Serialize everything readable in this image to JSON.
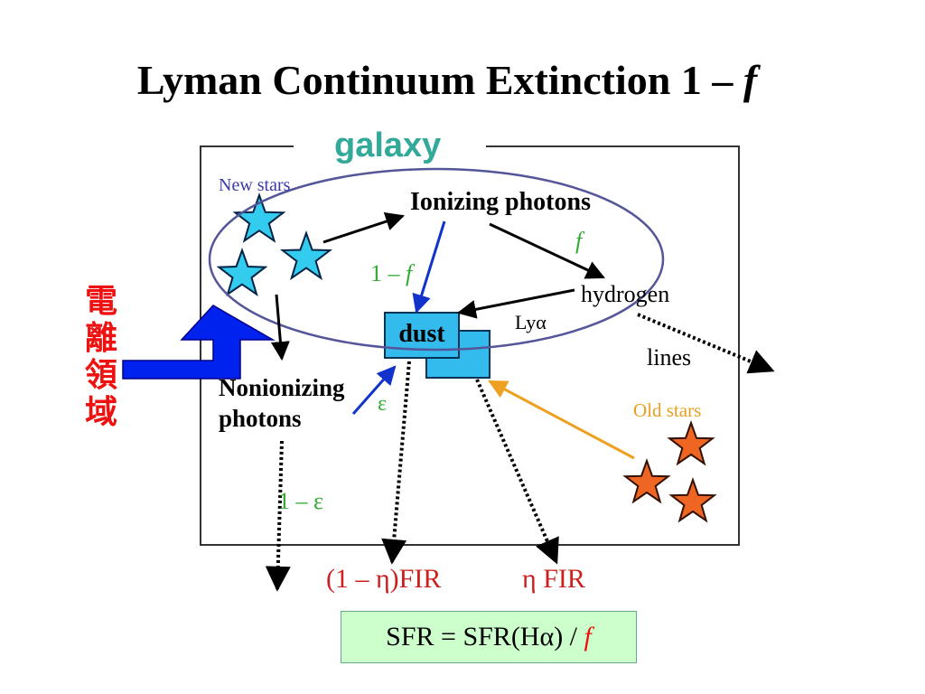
{
  "title": {
    "text": "Lyman Continuum Extinction 1 – ",
    "italic_var": "f"
  },
  "diagram": {
    "galaxy_label": "galaxy",
    "new_stars_label": "New stars",
    "ionizing_photons_label": "Ionizing photons",
    "f_label": "f",
    "one_minus_f_label": {
      "text": "1 – ",
      "var": "f"
    },
    "hydrogen_label": "hydrogen",
    "lya_label": "Lyα",
    "lines_label": "lines",
    "dust_label": "dust",
    "nonionizing_label_line1": "Nonionizing",
    "nonionizing_label_line2": "photons",
    "epsilon_label": "ε",
    "old_stars_label": "Old stars",
    "one_minus_epsilon_label": "1 – ε",
    "fir_left_label": "(1 – η)FIR",
    "fir_right_label": "η FIR"
  },
  "side_annotation": {
    "text": "電離領域"
  },
  "formula": {
    "text": "SFR = SFR(Hα) / ",
    "var": "f"
  },
  "colors": {
    "new_star_fill": "#33ccee",
    "old_star_fill": "#ee6622",
    "dust_fill": "#33bbee",
    "ellipse_stroke": "#555599",
    "blue_arrow": "#1133cc",
    "orange_arrow": "#eea020",
    "big_arrow": "#0022ee",
    "green_text": "#33aa33",
    "red_text": "#cc2020"
  }
}
